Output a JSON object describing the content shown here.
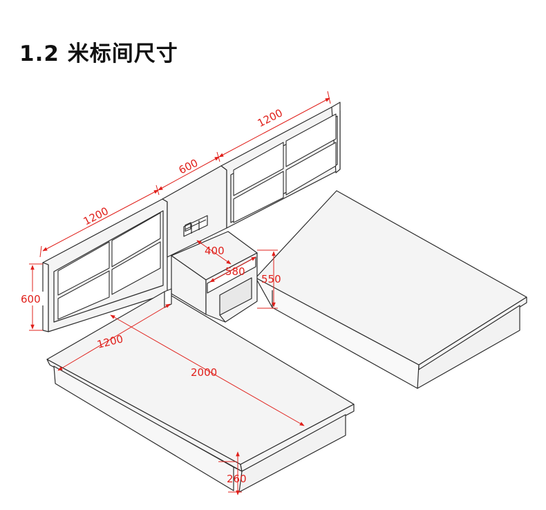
{
  "title": "1.2 米标间尺寸",
  "colors": {
    "line": "#2b2b2b",
    "fill": "#f4f4f4",
    "dimension": "#e0201b"
  },
  "dimensions": {
    "headboard_left_width": "1200",
    "headboard_gap_width": "600",
    "headboard_right_width": "1200",
    "headboard_height": "600",
    "nightstand_width": "400",
    "nightstand_depth": "580",
    "nightstand_height": "550",
    "bed_width": "1200",
    "bed_length": "2000",
    "bed_height": "260"
  }
}
